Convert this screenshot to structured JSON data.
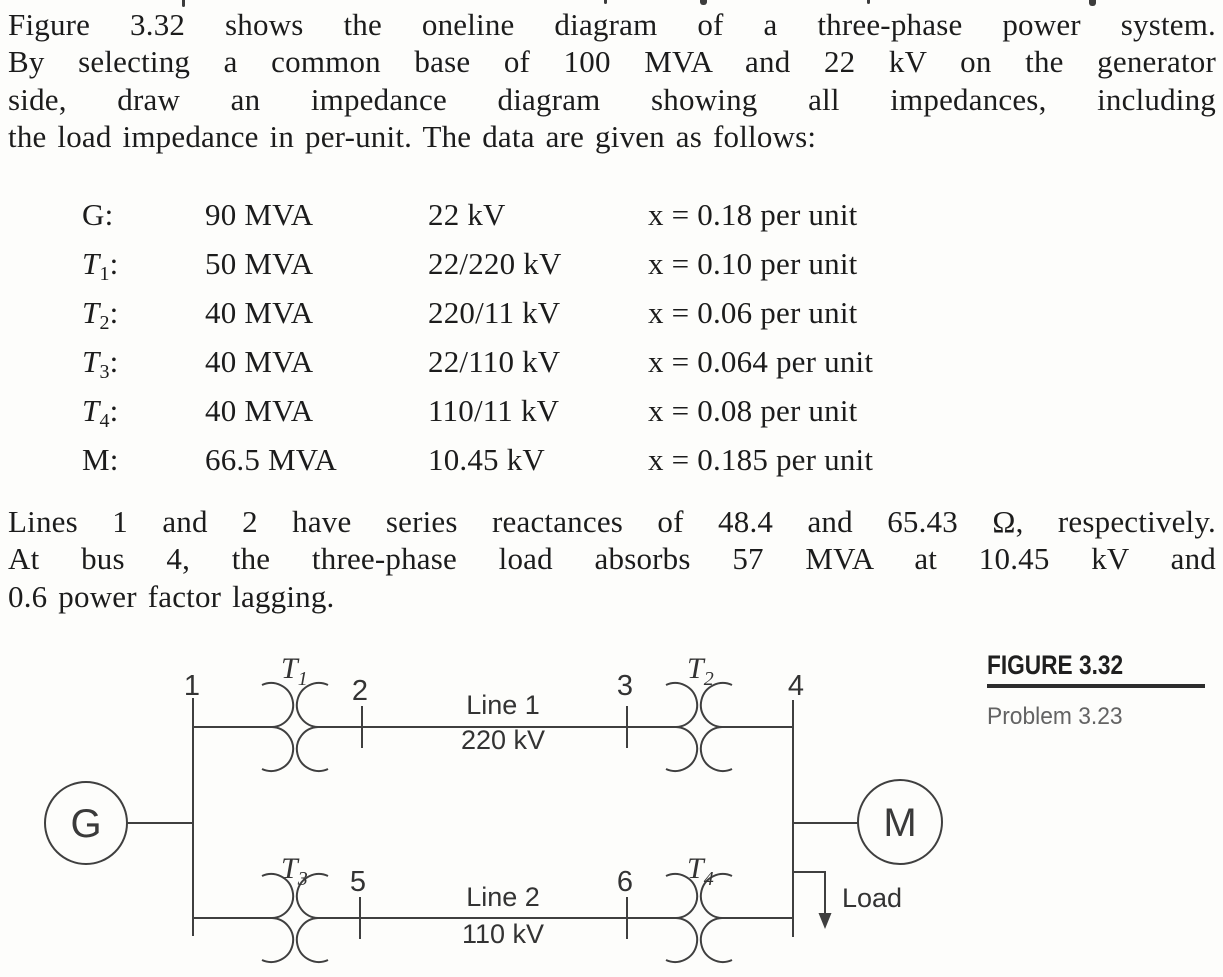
{
  "problem": {
    "paragraph1_lines": [
      "Figure 3.32 shows the oneline diagram of a three-phase power system.",
      "By selecting a common base of 100 MVA and 22 kV on the generator",
      "side, draw an impedance diagram showing all impedances, including",
      "the load impedance in per-unit. The data are given as follows:"
    ],
    "paragraph2_lines": [
      "Lines 1 and 2 have series reactances of 48.4 and 65.43 Ω, respectively.",
      "At bus 4, the three-phase load absorbs 57 MVA at 10.45 kV and",
      "0.6 power factor lagging."
    ]
  },
  "data_table": {
    "label_suffix": ":",
    "rows": [
      {
        "pre": "G",
        "sub": "",
        "italic": false,
        "rating": "90 MVA",
        "voltage": "22 kV",
        "reactance": "x = 0.18 per unit"
      },
      {
        "pre": "T",
        "sub": "1",
        "italic": true,
        "rating": "50 MVA",
        "voltage": "22/220 kV",
        "reactance": "x = 0.10 per unit"
      },
      {
        "pre": "T",
        "sub": "2",
        "italic": true,
        "rating": "40 MVA",
        "voltage": "220/11 kV",
        "reactance": "x = 0.06 per unit"
      },
      {
        "pre": "T",
        "sub": "3",
        "italic": true,
        "rating": "40 MVA",
        "voltage": "22/110 kV",
        "reactance": "x = 0.064 per unit"
      },
      {
        "pre": "T",
        "sub": "4",
        "italic": true,
        "rating": "40 MVA",
        "voltage": "110/11 kV",
        "reactance": "x = 0.08 per unit"
      },
      {
        "pre": "M",
        "sub": "",
        "italic": false,
        "rating": "66.5 MVA",
        "voltage": "10.45 kV",
        "reactance": "x = 0.185 per unit"
      }
    ]
  },
  "figure": {
    "caption_title": "FIGURE 3.32",
    "caption_subtitle": "Problem 3.23",
    "diagram": {
      "generator_label": "G",
      "motor_label": "M",
      "load_label": "Load",
      "bus1": "1",
      "bus2": "2",
      "bus3": "3",
      "bus4": "4",
      "bus5": "5",
      "bus6": "6",
      "t1": {
        "base": "T",
        "sub": "1"
      },
      "t2": {
        "base": "T",
        "sub": "2"
      },
      "t3": {
        "base": "T",
        "sub": "3"
      },
      "t4": {
        "base": "T",
        "sub": "4"
      },
      "line1": {
        "name": "Line 1",
        "voltage": "220 kV"
      },
      "line2": {
        "name": "Line 2",
        "voltage": "110 kV"
      },
      "ink_color": "#3f3f3f"
    }
  }
}
